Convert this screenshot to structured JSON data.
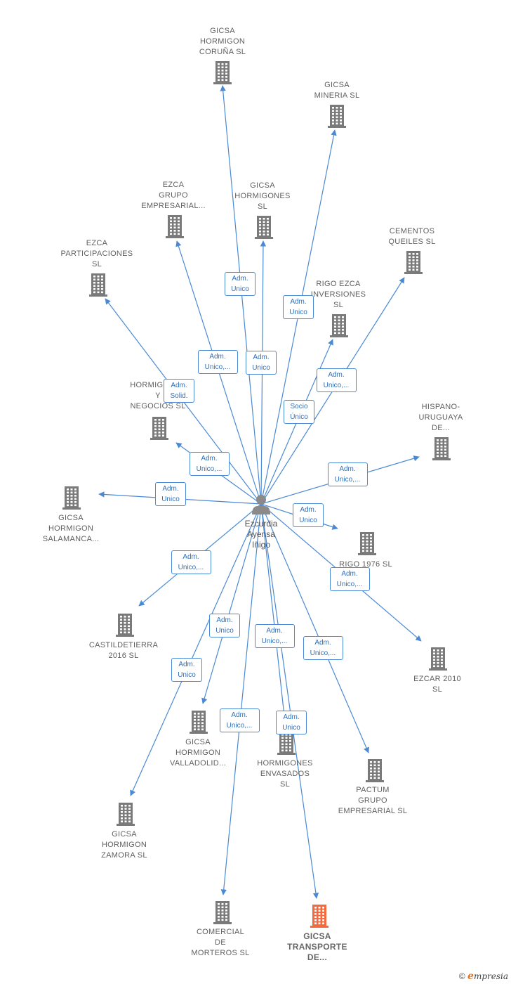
{
  "colors": {
    "edge": "#4a8ad4",
    "building": "#7a7a7a",
    "highlight": "#f26a3d",
    "person": "#8a8a8a"
  },
  "center": {
    "label": "Ezcurdia\nAyensa\nIñigo",
    "icon": "person-icon"
  },
  "nodes": [
    {
      "id": "n1",
      "label": "GICSA\nHORMIGON\nCORUÑA  SL"
    },
    {
      "id": "n2",
      "label": "GICSA\nMINERIA  SL"
    },
    {
      "id": "n3",
      "label": "EZCA\nGRUPO\nEMPRESARIAL..."
    },
    {
      "id": "n4",
      "label": "GICSA\nHORMIGONES\nSL"
    },
    {
      "id": "n5",
      "label": "CEMENTOS\nQUEILES  SL"
    },
    {
      "id": "n6",
      "label": "EZCA\nPARTICIPACIONES\nSL"
    },
    {
      "id": "n7",
      "label": "RIGO EZCA\nINVERSIONES\nSL"
    },
    {
      "id": "n8",
      "label": "HORMIGONES\nY\nNEGOCIOS  SL"
    },
    {
      "id": "n9",
      "label": "HISPANO-\nURUGUAYA\nDE..."
    },
    {
      "id": "n10",
      "label": "GICSA\nHORMIGON\nSALAMANCA..."
    },
    {
      "id": "n11",
      "label": "RIGO 1976  SL"
    },
    {
      "id": "n12",
      "label": "CASTILDETIERRA\n2016  SL"
    },
    {
      "id": "n13",
      "label": "EZCAR 2010\nSL"
    },
    {
      "id": "n14",
      "label": "GICSA\nHORMIGON\nVALLADOLID..."
    },
    {
      "id": "n15",
      "label": "HORMIGONES\nENVASADOS\nSL"
    },
    {
      "id": "n16",
      "label": "PACTUM\nGRUPO\nEMPRESARIAL SL"
    },
    {
      "id": "n17",
      "label": "GICSA\nHORMIGON\nZAMORA  SL"
    },
    {
      "id": "n18",
      "label": "COMERCIAL\nDE\nMORTEROS  SL"
    },
    {
      "id": "n19",
      "label": "GICSA\nTRANSPORTE\nDE...",
      "highlight": true
    }
  ],
  "edges": [
    {
      "to": "n1",
      "role": "Adm.\nUnico"
    },
    {
      "to": "n2",
      "role": "Adm.\nUnico"
    },
    {
      "to": "n3",
      "role": "Adm.\nUnico,..."
    },
    {
      "to": "n4",
      "role": "Adm.\nUnico"
    },
    {
      "to": "n5",
      "role": "Adm.\nUnico,..."
    },
    {
      "to": "n6",
      "role": "Adm.\nSolid."
    },
    {
      "to": "n7",
      "role": "Socio\nÚnico"
    },
    {
      "to": "n8",
      "role": "Adm.\nUnico,..."
    },
    {
      "to": "n9",
      "role": "Adm.\nUnico,..."
    },
    {
      "to": "n10",
      "role": "Adm.\nUnico"
    },
    {
      "to": "n11",
      "role": "Adm.\nUnico"
    },
    {
      "to": "n12",
      "role": "Adm.\nUnico,..."
    },
    {
      "to": "n13",
      "role": "Adm.\nUnico,..."
    },
    {
      "to": "n14",
      "role": "Adm.\nUnico"
    },
    {
      "to": "n15",
      "role": "Adm.\nUnico,..."
    },
    {
      "to": "n16",
      "role": "Adm.\nUnico,..."
    },
    {
      "to": "n17",
      "role": "Adm.\nUnico"
    },
    {
      "to": "n18",
      "role": "Adm.\nUnico,..."
    },
    {
      "to": "n19",
      "role": "Adm.\nUnico"
    }
  ],
  "footer": {
    "copyright": "©",
    "brand_initial": "e",
    "brand_rest": "mpresia"
  }
}
